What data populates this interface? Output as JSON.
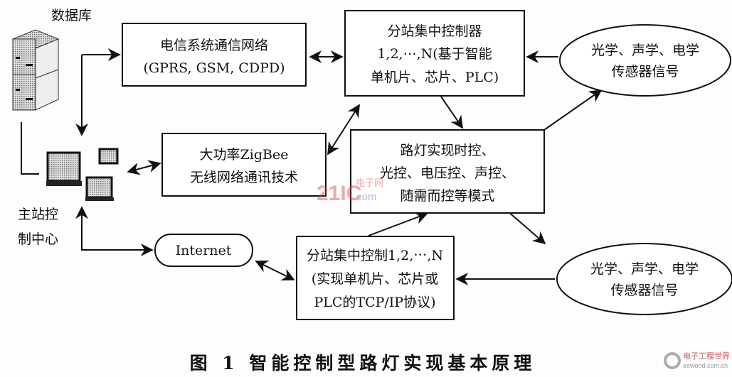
{
  "database_label": "数据库",
  "master_station_label": [
    "主站控",
    "制中心"
  ],
  "telecom_box": [
    "电信系统通信网络",
    "(GPRS, GSM, CDPD)"
  ],
  "substation_controller_box": [
    "分站集中控制器",
    "1,2,⋯,N(基于智能",
    "单机片、芯片、PLC)"
  ],
  "sensor_ellipse_top": [
    "光学、声学、电学",
    "传感器信号"
  ],
  "zigbee_box": [
    "大功率ZigBee",
    "无线网络通讯技术"
  ],
  "streetlight_box": [
    "路灯实现时控、",
    "光控、电压控、声控、",
    "随需而控等模式"
  ],
  "internet_label": "Internet",
  "substation_control_box": [
    "分站集中控制1,2,⋯,N",
    "(实现单机片、芯片或",
    "PLC的TCP/IP协议)"
  ],
  "sensor_ellipse_bottom": [
    "光学、声学、电学",
    "传感器信号"
  ],
  "caption": "图 1  智能控制型路灯实现基本原理",
  "watermark_center": {
    "brand": "21IC",
    "sub": "电子网",
    "domain": ".com"
  },
  "watermark_corner": {
    "brand": "电子工程世界",
    "domain": "eeworld.com.cn"
  }
}
